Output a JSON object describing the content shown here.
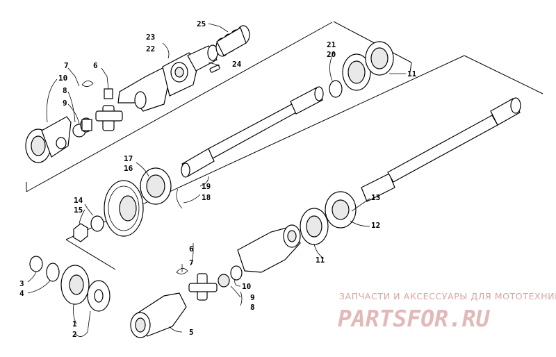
{
  "callouts": {
    "c1": "1",
    "c2": "2",
    "c3": "3",
    "c4": "4",
    "c5": "5",
    "c6a": "6",
    "c6b": "6",
    "c7a": "7",
    "c7b": "7",
    "c8a": "8",
    "c8b": "8",
    "c9a": "9",
    "c9b": "9",
    "c10a": "10",
    "c10b": "10",
    "c11a": "11",
    "c11b": "11",
    "c12": "12",
    "c13": "13",
    "c14": "14",
    "c15": "15",
    "c16": "16",
    "c17": "17",
    "c18": "18",
    "c19": "19",
    "c20": "20",
    "c21": "21",
    "c22": "22",
    "c23": "23",
    "c24": "24",
    "c25": "25"
  },
  "watermark": {
    "tagline": "ЗАПЧАСТИ И АКСЕССУАРЫ ДЛЯ МОТОТЕХНИКИ",
    "logo": "PARTSFOR.RU",
    "color": "#e2b9b9"
  }
}
